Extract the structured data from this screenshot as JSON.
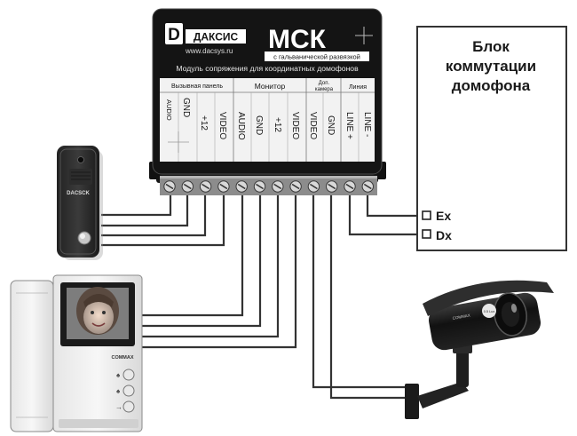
{
  "module": {
    "brand": "ДАКСИС",
    "url": "www.dacsys.ru",
    "model": "МСК",
    "galv_note": "с гальванической развязкой",
    "subtitle": "Модуль сопряжения для координатных домофонов"
  },
  "groups": {
    "panel": "Вызывная панель",
    "monitor": "Монитор",
    "camera_1": "Доп.",
    "camera_2": "камера",
    "line": "Линия"
  },
  "terminals": [
    "AUDIO",
    "GND",
    "+12",
    "VIDEO",
    "AUDIO",
    "GND",
    "+12",
    "VIDEO",
    "VIDEO",
    "GND",
    "LINE +",
    "LINE -"
  ],
  "switch_block": {
    "line1": "Блок",
    "line2": "коммутации",
    "line3": "домофона",
    "ex_label": "Ex",
    "dx_label": "Dx"
  },
  "door_panel": {
    "brand": "DACSCK"
  },
  "monitor_device": {
    "brand": "COMMAX"
  },
  "camera_device": {
    "brand": "COMMAX",
    "sticker": "0.5 Lux"
  },
  "colors": {
    "module_body": "#141414",
    "label_panel": "#f2f2f2",
    "terminal_strip": "#8c8c8c",
    "wire": "#333333"
  }
}
